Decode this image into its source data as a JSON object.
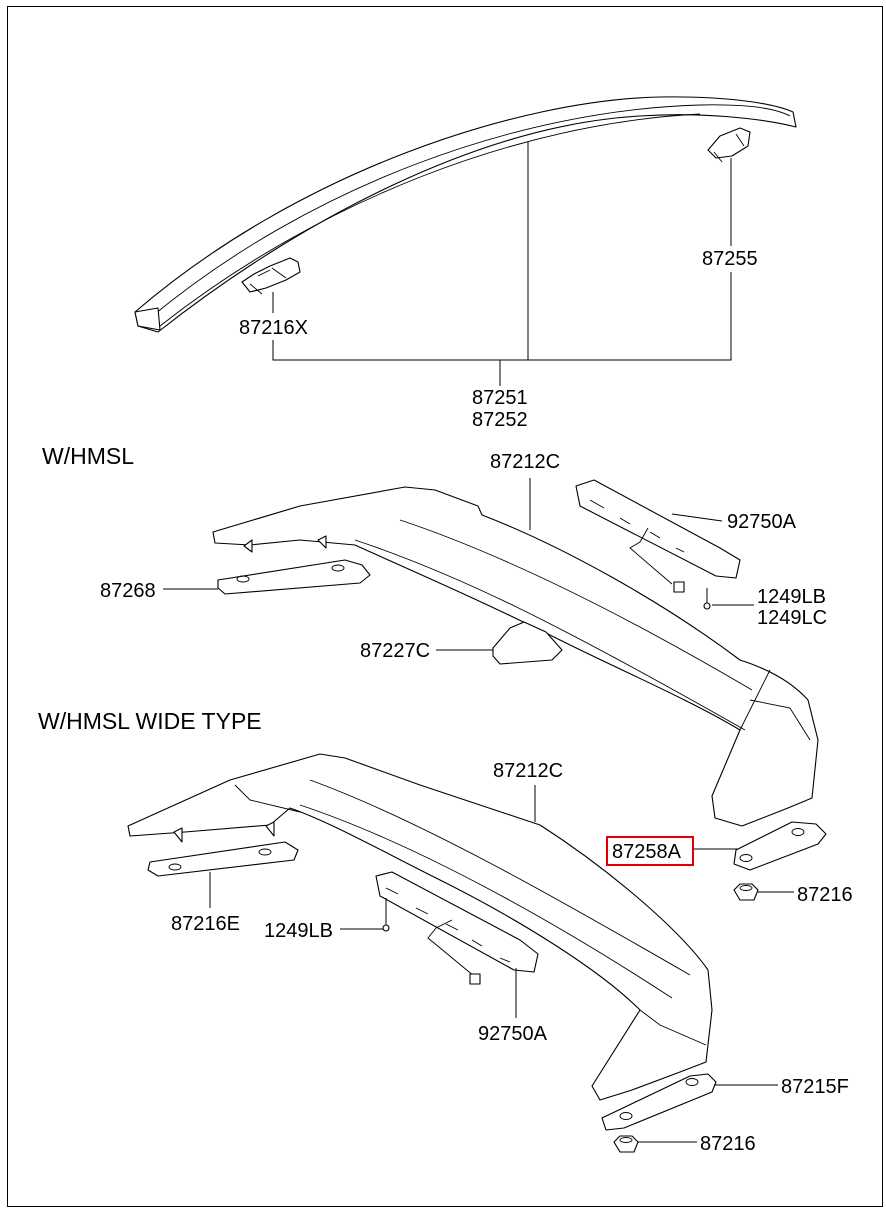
{
  "sections": {
    "standard": "W/HMSL",
    "wide": "W/HMSL WIDE TYPE"
  },
  "labels": {
    "p87255": "87255",
    "p87216X": "87216X",
    "p87251": "87251",
    "p87252": "87252",
    "p87212C_top": "87212C",
    "p92750A_top": "92750A",
    "p1249LB_top": "1249LB",
    "p1249LC_top": "1249LC",
    "p87268": "87268",
    "p87227C": "87227C",
    "p87212C_wide": "87212C",
    "p87258A": "87258A",
    "p87216_top": "87216",
    "p87216E": "87216E",
    "p1249LB_wide": "1249LB",
    "p92750A_wide": "92750A",
    "p87215F": "87215F",
    "p87216_bottom": "87216"
  },
  "highlight_color": "#e0000a"
}
